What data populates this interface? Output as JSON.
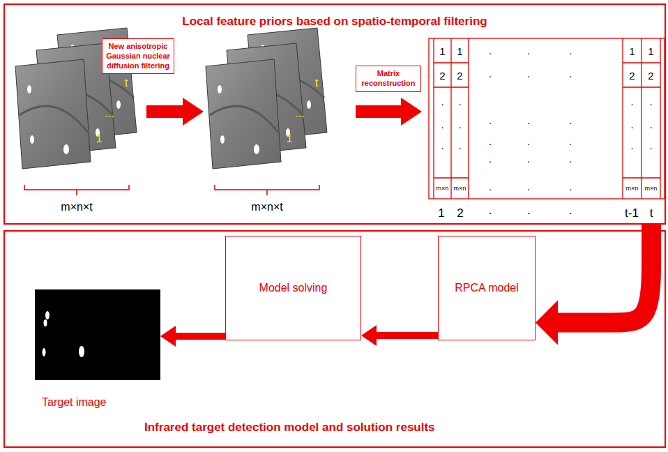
{
  "diagram": {
    "nodes": [
      {
        "text": [
          "Local feature priors based on spatio-temporal filtering"
        ]
      },
      {
        "text": [
          "New anisotropic Gaussian nuclear diffusion filtering"
        ],
        "in": 0
      },
      {
        "text": [
          "Matrix reconstruction"
        ],
        "in": 0
      },
      {
        "text": [
          "Infrared target detection model and solution results"
        ]
      },
      {
        "text": [
          "RPCA model"
        ],
        "in": 3
      },
      {
        "text": [
          "Model solving"
        ],
        "in": 3
      },
      {
        "text": [
          "Target image"
        ],
        "in": 3
      }
    ],
    "edges": [
      {
        "from": 0,
        "to": 4,
        "arrow": "to"
      },
      {
        "from": 4,
        "to": 5,
        "arrow": "to"
      },
      {
        "from": 5,
        "to": 6,
        "arrow": "to"
      }
    ],
    "labels": [
      "1",
      "...",
      "t",
      "m×n×t",
      "1",
      "...",
      "t",
      "m×n×t",
      "1",
      "1",
      "1",
      "1",
      "2",
      "2",
      "2",
      "2",
      ".",
      ".",
      ".",
      ".",
      ".",
      ".",
      ".",
      ".",
      ".",
      ".",
      ".",
      ".",
      "m×n",
      "m×n",
      "m×n",
      "m×n",
      "·",
      "·",
      "·",
      "·",
      "·",
      "·",
      "·",
      "·",
      "·",
      "·",
      "·",
      "·",
      "·",
      "·",
      "·",
      "·",
      "·",
      "·",
      "1",
      "2",
      "·",
      "·",
      "·",
      "t-1",
      "t"
    ]
  }
}
